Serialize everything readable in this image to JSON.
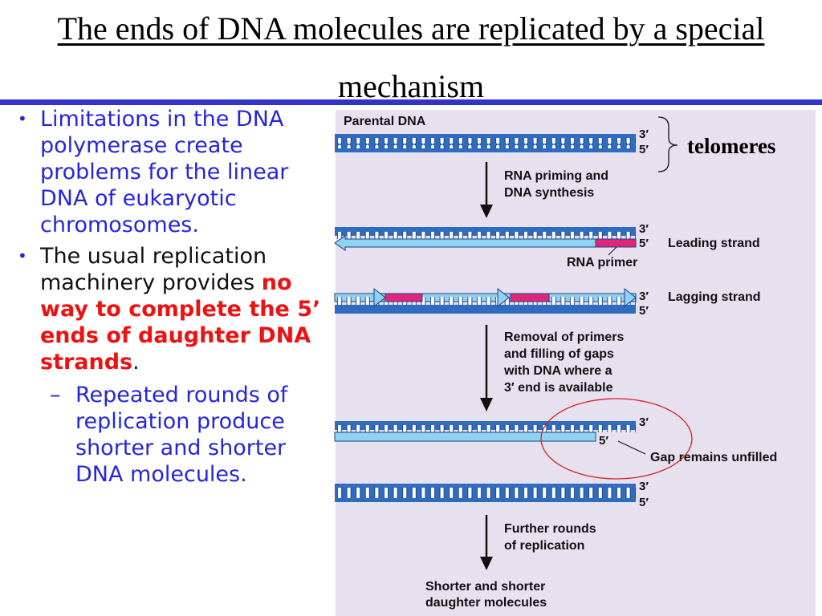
{
  "title": "The ends of DNA molecules are replicated by a special mechanism",
  "bullets": {
    "b1": "Limitations in the DNA polymerase create problems for the linear DNA of eukaryotic chromosomes.",
    "b2_start": "The usual replication machinery provides ",
    "b2_red": "no way to complete the 5’ ends of daughter DNA strands",
    "b2_end": ".",
    "sub": "Repeated rounds of replication produce shorter and shorter DNA molecules."
  },
  "figure": {
    "parental_dna": "Parental DNA",
    "step1": [
      "RNA priming and",
      "DNA synthesis"
    ],
    "leading_strand": "Leading strand",
    "rna_primer": "RNA primer",
    "lagging_strand": "Lagging strand",
    "step2": [
      "Removal of primers",
      "and filling of gaps",
      "with DNA where a",
      "3′ end is available"
    ],
    "gap": "Gap remains unfilled",
    "step3": [
      "Further rounds",
      "of replication"
    ],
    "final": [
      "Shorter and shorter",
      "daughter molecules"
    ],
    "end3": "3′",
    "end5": "5′",
    "telomeres": "telomeres"
  },
  "colors": {
    "title_bar": "#3333cc",
    "dark_strand": "#2f6cc0",
    "light_strand": "#8fd3f0",
    "primer": "#e0267a",
    "highlight_circle": "#d62020",
    "panel": "#e6e0ef"
  }
}
